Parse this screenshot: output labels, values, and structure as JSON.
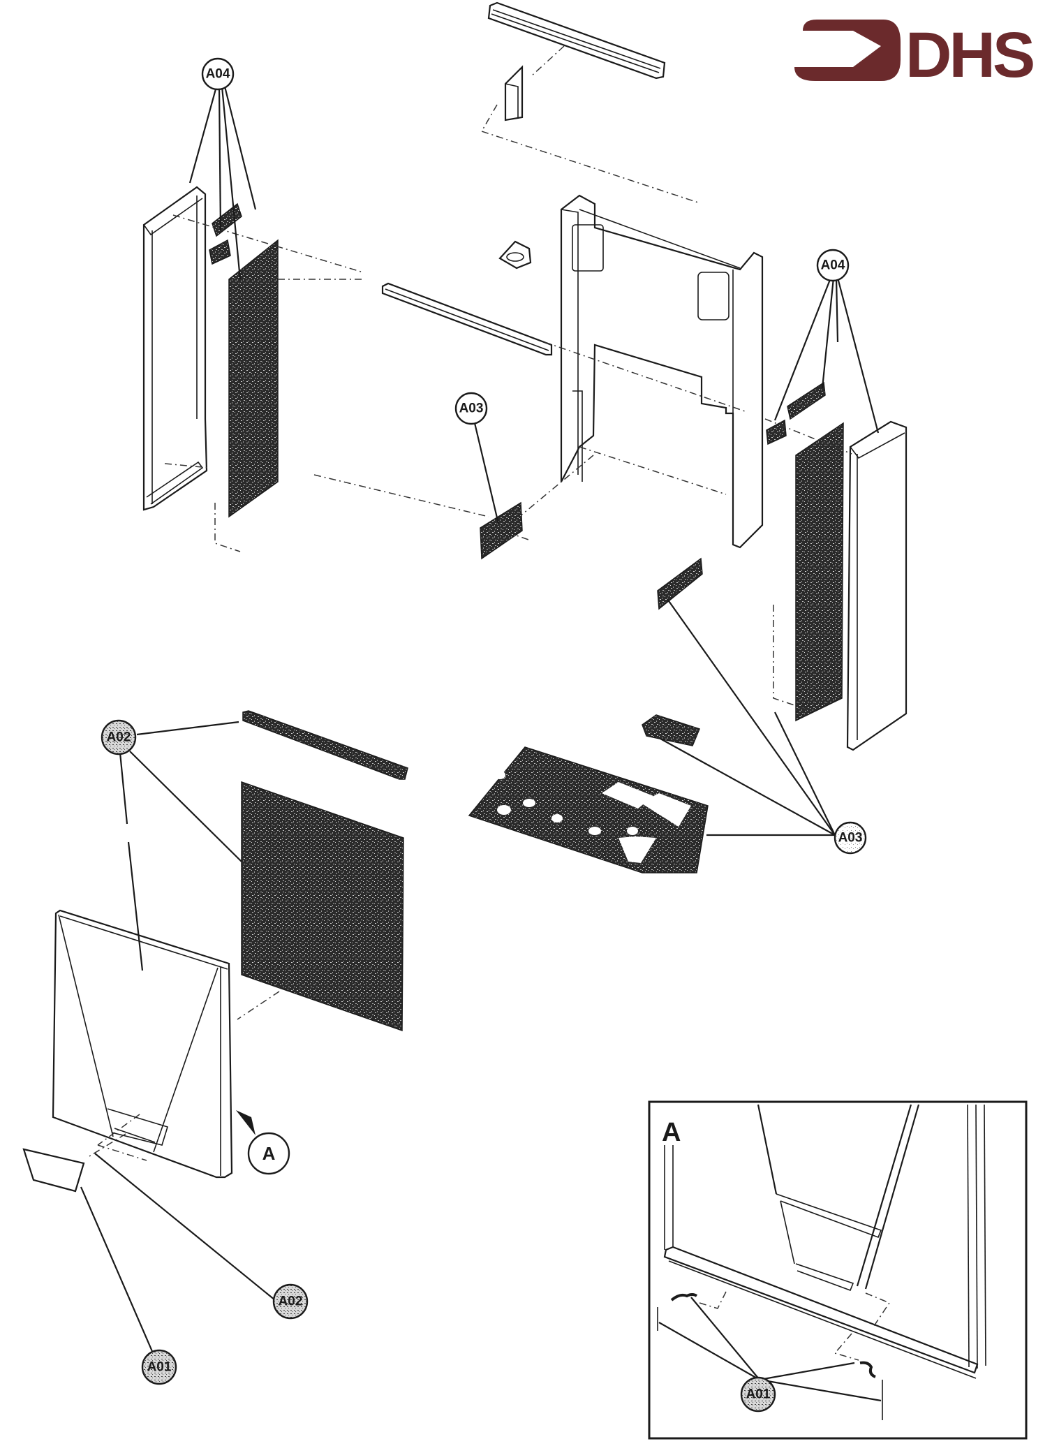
{
  "logo": {
    "text": "DHS",
    "color": "#6b2a2c"
  },
  "callouts": {
    "a04_left": "A04",
    "a04_right": "A04",
    "a03_upper": "A03",
    "a03_lower": "A03",
    "a02_upper": "A02",
    "a02_lower": "A02",
    "a01_main": "A01",
    "a01_detail": "A01"
  },
  "detail_view": {
    "pointer_label": "A",
    "inset_label": "A"
  },
  "colors": {
    "line": "#1a1a1a",
    "foam": "#2a2a2a",
    "background": "#ffffff"
  }
}
